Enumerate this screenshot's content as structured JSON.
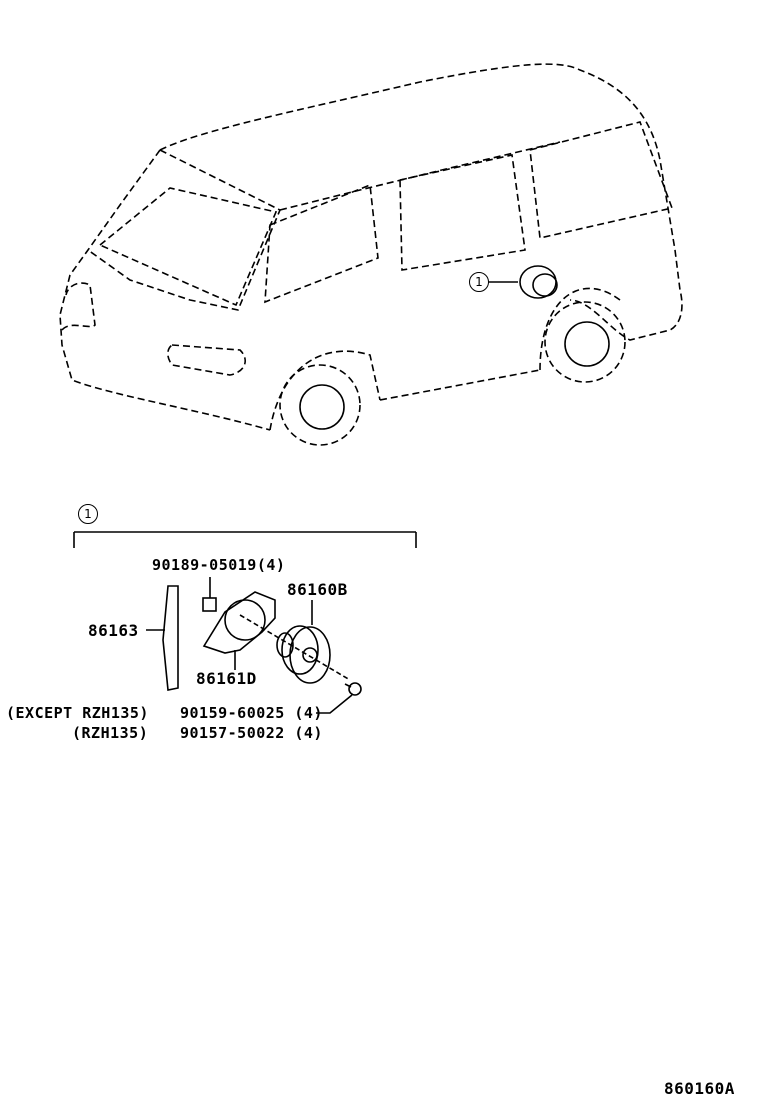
{
  "callouts": {
    "van_ref": "1",
    "group_ref": "1"
  },
  "parts": {
    "clip": "90189-05019(4)",
    "speaker": "86160B",
    "grille": "86163",
    "bracket": "86161D",
    "screw_except": "90159-60025 (4)",
    "screw_rzh": "90157-50022 (4)"
  },
  "notes": {
    "except": "(EXCEPT RZH135)",
    "rzh": "(RZH135)"
  },
  "diagram_id": "860160A"
}
